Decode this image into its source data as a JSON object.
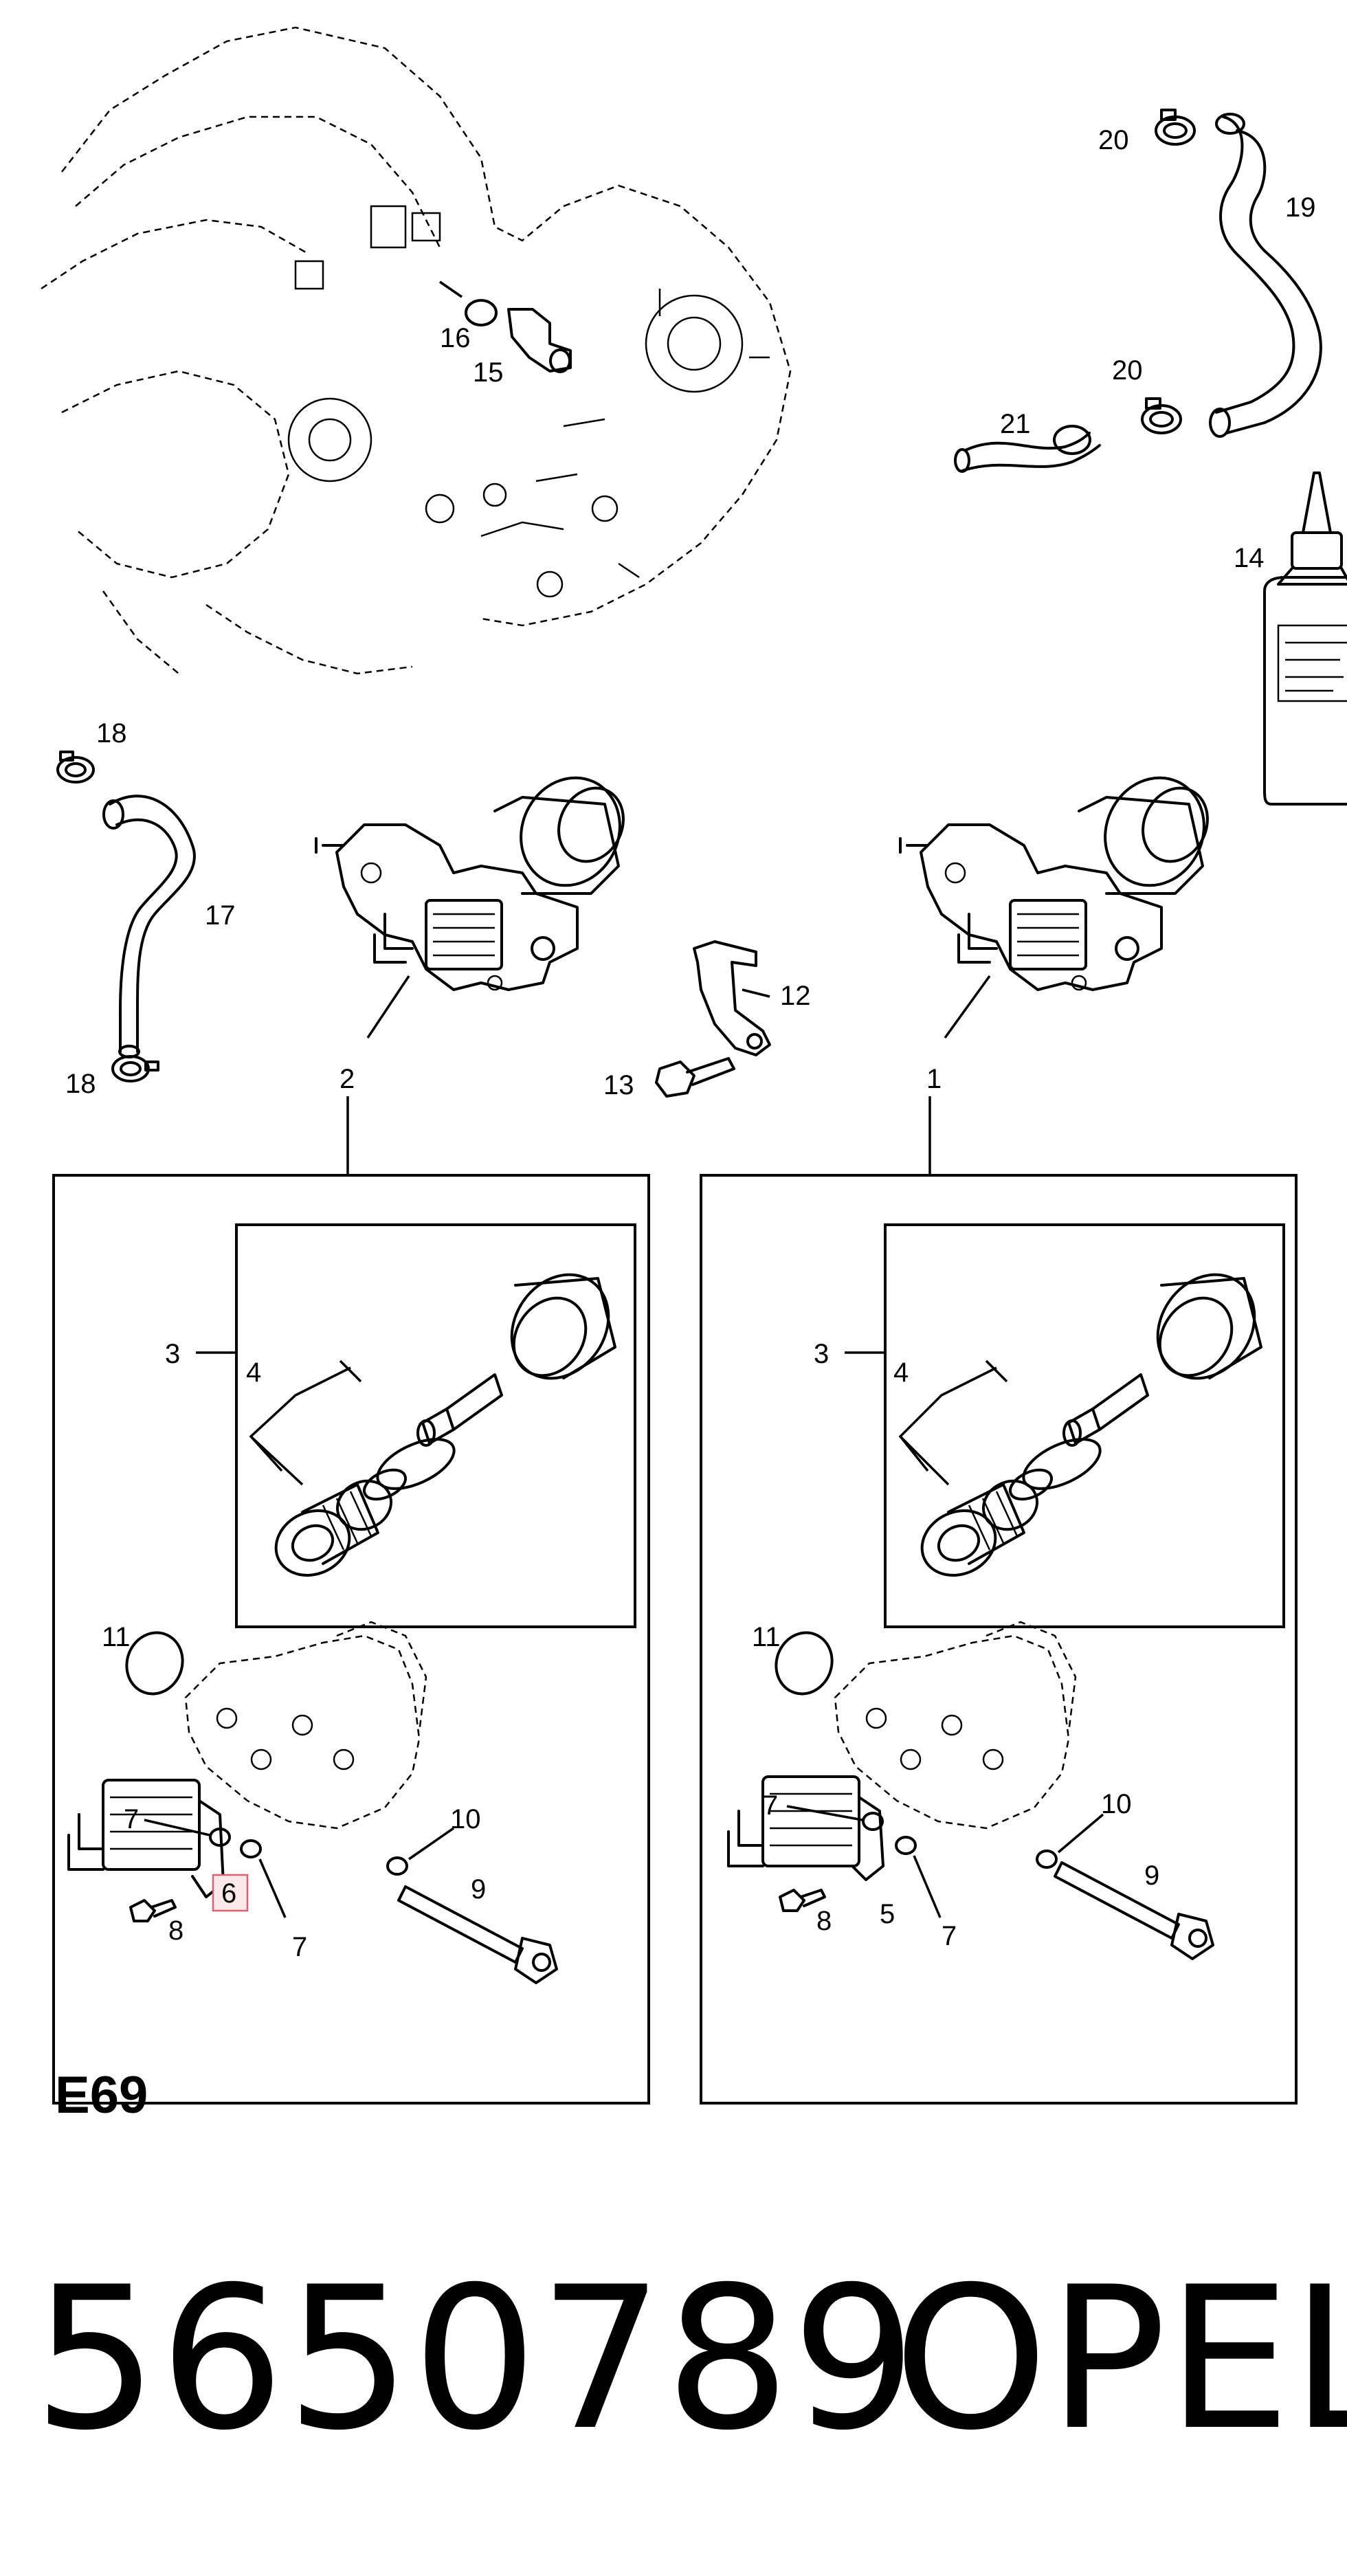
{
  "diagram": {
    "callouts": {
      "c1": "1",
      "c2": "2",
      "c3_left": "3",
      "c3_right": "3",
      "c4_left": "4",
      "c4_right": "4",
      "c5": "5",
      "c6": "6",
      "c7_left_a": "7",
      "c7_left_b": "7",
      "c7_right_a": "7",
      "c7_right_b": "7",
      "c8_left": "8",
      "c8_right": "8",
      "c9_left": "9",
      "c9_right": "9",
      "c10_left": "10",
      "c10_right": "10",
      "c11_left": "11",
      "c11_right": "11",
      "c12": "12",
      "c13": "13",
      "c14": "14",
      "c15": "15",
      "c16": "16",
      "c17": "17",
      "c18_top": "18",
      "c18_bottom": "18",
      "c19": "19",
      "c20_top": "20",
      "c20_bottom": "20",
      "c21": "21"
    },
    "highlight_color": "#e0606e"
  },
  "footer": {
    "section_code": "E69",
    "part_number": "5650789",
    "brand": "OPEL"
  }
}
